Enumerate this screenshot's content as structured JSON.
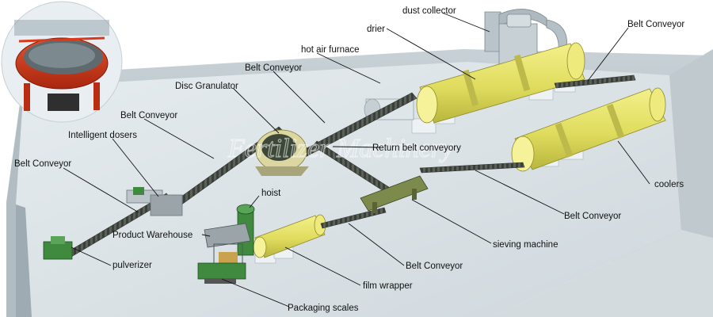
{
  "watermark": "Fertilizer Machinery",
  "colors": {
    "drum": "#e3e06a",
    "drum_shade": "#c9c64a",
    "machine_green": "#3f8a3f",
    "wall": "#cfd8dc",
    "floor": "#dfe6ea",
    "leader": "#111111",
    "disc_red": "#d83a1c"
  },
  "labels": {
    "dust_collector": "dust collector",
    "drier": "drier",
    "belt_conveyor_top_right": "Belt Conveyor",
    "hot_air_furnace": "hot air furnace",
    "belt_conveyor_center": "Belt Conveyor",
    "disc_granulator": "Disc Granulator",
    "belt_conveyor_left_upper": "Belt Conveyor",
    "intelligent_dosers": "Intelligent dosers",
    "belt_conveyor_left_lower": "Belt Conveyor",
    "return_belt_conveyor": "Return belt conveyory",
    "hoist": "hoist",
    "product_warehouse": "Product Warehouse",
    "pulverizer": "pulverizer",
    "coolers": "coolers",
    "belt_conveyor_right_lower": "Belt Conveyor",
    "sieving_machine": "sieving machine",
    "belt_conveyor_bottom": "Belt Conveyor",
    "film_wrapper": "film wrapper",
    "packaging_scales": "Packaging scales"
  }
}
